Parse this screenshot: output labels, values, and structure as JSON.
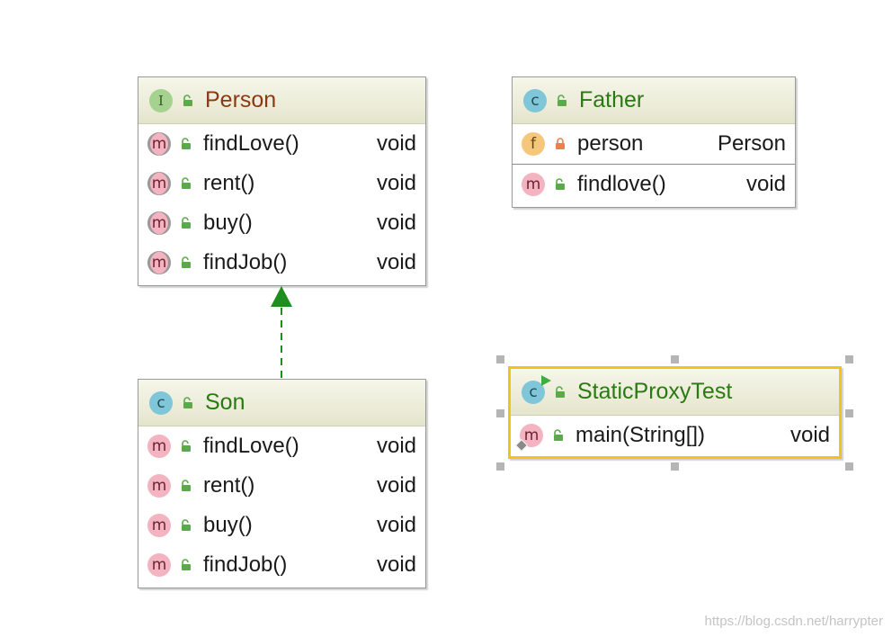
{
  "diagram": {
    "person": {
      "kind_letter": "I",
      "title": "Person",
      "methods": [
        {
          "name": "findLove()",
          "type": "void"
        },
        {
          "name": "rent()",
          "type": "void"
        },
        {
          "name": "buy()",
          "type": "void"
        },
        {
          "name": "findJob()",
          "type": "void"
        }
      ]
    },
    "father": {
      "kind_letter": "c",
      "title": "Father",
      "fields": [
        {
          "badge": "f",
          "name": "person",
          "type": "Person"
        }
      ],
      "methods": [
        {
          "name": "findlove()",
          "type": "void"
        }
      ]
    },
    "son": {
      "kind_letter": "c",
      "title": "Son",
      "methods": [
        {
          "name": "findLove()",
          "type": "void"
        },
        {
          "name": "rent()",
          "type": "void"
        },
        {
          "name": "buy()",
          "type": "void"
        },
        {
          "name": "findJob()",
          "type": "void"
        }
      ]
    },
    "static_proxy_test": {
      "kind_letter": "c",
      "title": "StaticProxyTest",
      "methods": [
        {
          "name": "main(String[])",
          "type": "void"
        }
      ]
    },
    "method_badge": "m",
    "edges": [
      {
        "from": "Son",
        "to": "Person",
        "kind": "implements",
        "color": "#1e8f1e"
      }
    ]
  },
  "watermark": "https://blog.csdn.net/harrypter",
  "colors": {
    "interface_title": "#8a3a12",
    "class_title": "#2a7a12",
    "selection": "#f3c21f",
    "public_lock": "#5aaa4a",
    "private_lock": "#e8804f"
  },
  "icons": {
    "public": "open-lock-icon",
    "private": "closed-lock-icon"
  }
}
